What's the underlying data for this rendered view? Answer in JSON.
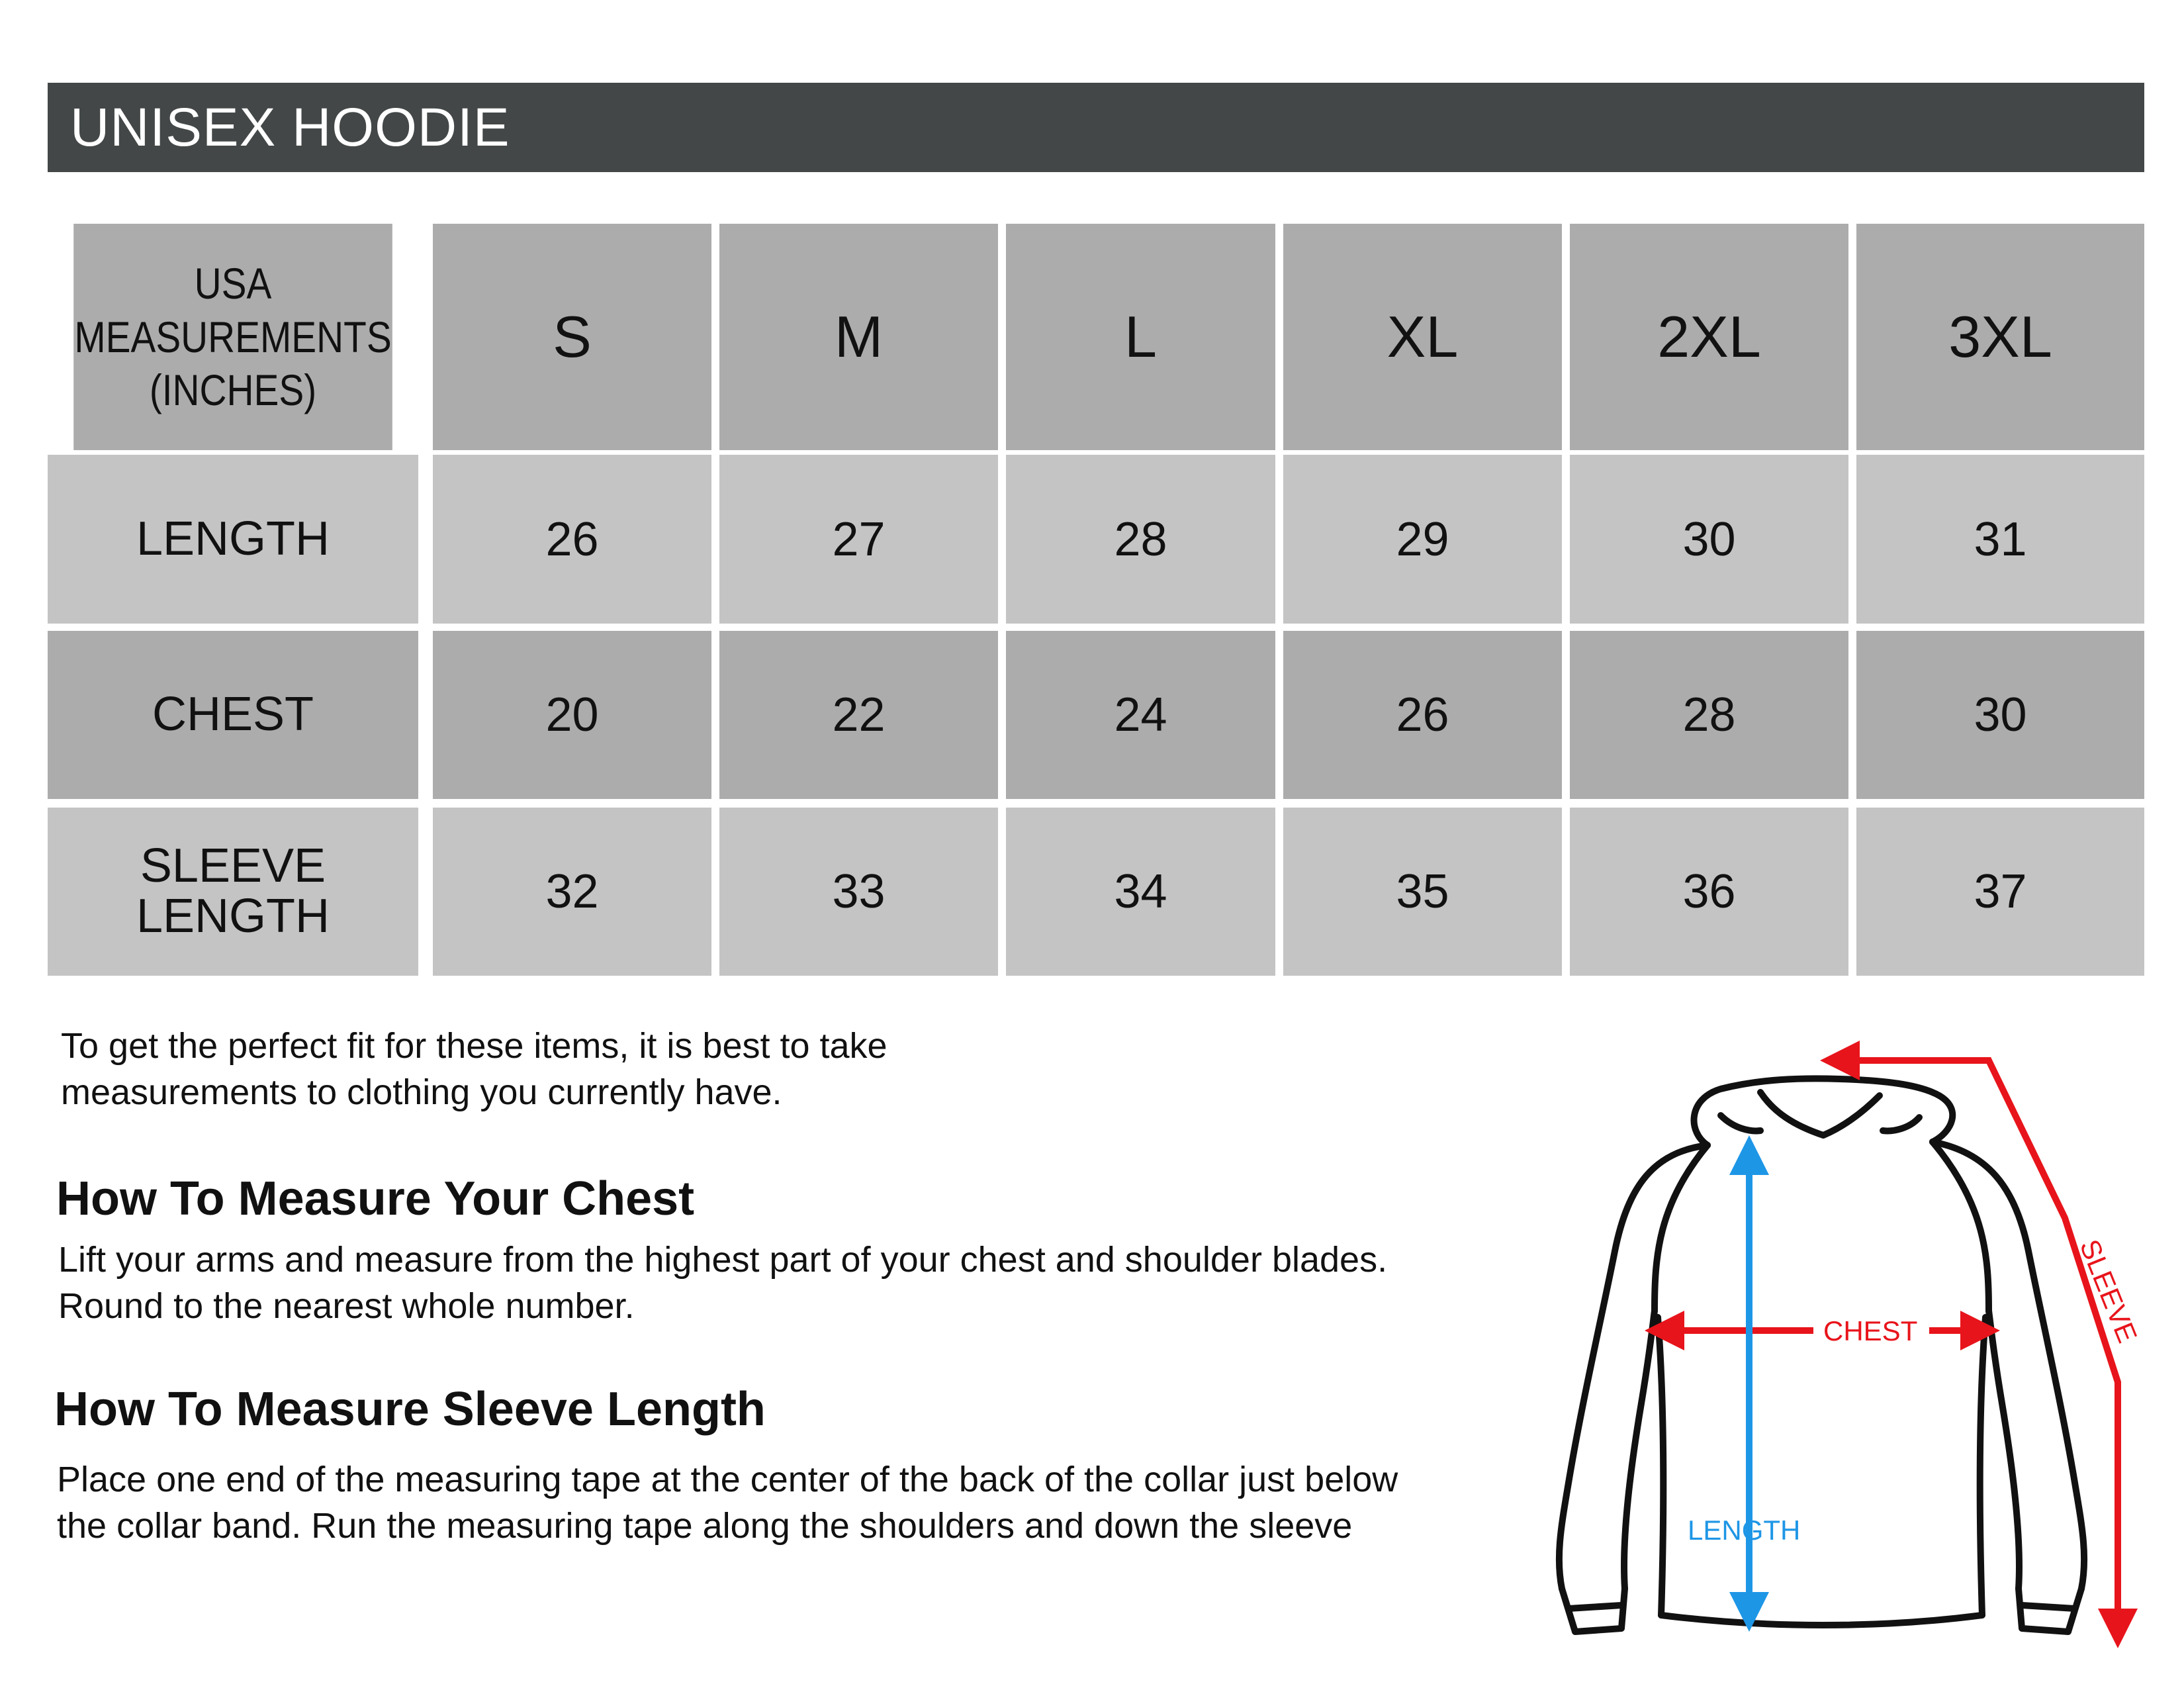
{
  "title": "UNISEX HOODIE",
  "table": {
    "header_label_lines": [
      "USA",
      "MEASUREMENTS",
      "(INCHES)"
    ],
    "sizes": [
      "S",
      "M",
      "L",
      "XL",
      "2XL",
      "3XL"
    ],
    "rows": [
      {
        "label": "LENGTH",
        "values": [
          "26",
          "27",
          "28",
          "29",
          "30",
          "31"
        ]
      },
      {
        "label": "CHEST",
        "values": [
          "20",
          "22",
          "24",
          "26",
          "28",
          "30"
        ]
      },
      {
        "label_lines": [
          "SLEEVE",
          "LENGTH"
        ],
        "values": [
          "32",
          "33",
          "34",
          "35",
          "36",
          "37"
        ]
      }
    ]
  },
  "intro": {
    "line1": "To get the perfect fit for these items, it is best to take",
    "line2": "measurements to clothing you currently have."
  },
  "chest_section": {
    "heading": "How To Measure Your Chest",
    "line1": "Lift your arms and measure from the highest part of your chest and shoulder blades.",
    "line2": "Round to the nearest whole number."
  },
  "sleeve_section": {
    "heading": "How To Measure Sleeve Length",
    "line1": "Place one end of the measuring tape at the center of the back of the collar just below",
    "line2": "the collar band. Run the measuring tape along the shoulders and down the sleeve"
  },
  "diagram": {
    "chest_label": "CHEST",
    "length_label": "LENGTH",
    "sleeve_label": "SLEEVE",
    "chest_color": "#e8141b",
    "sleeve_color": "#e8141b",
    "length_color": "#1e96e6"
  }
}
